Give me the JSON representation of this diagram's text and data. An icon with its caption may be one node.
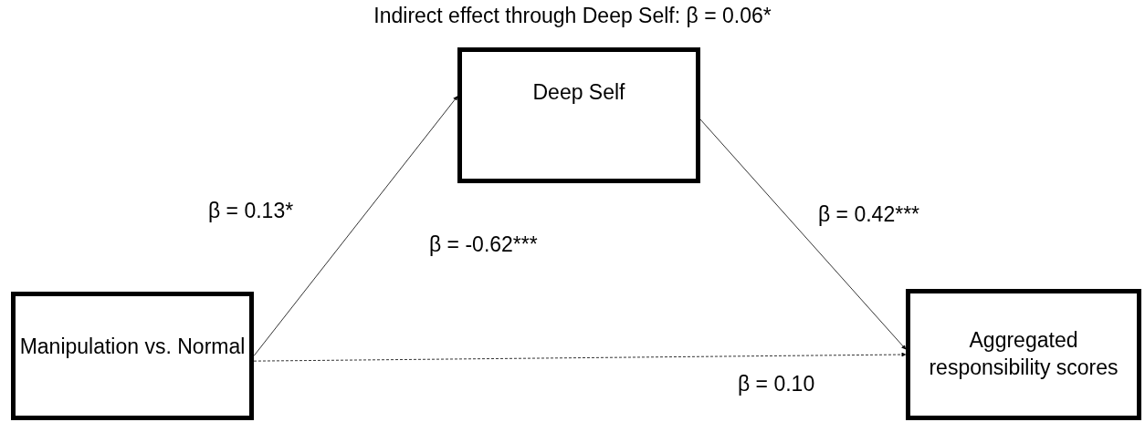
{
  "diagram": {
    "title": "Indirect effect through Deep Self: β = 0.06*",
    "nodes": [
      {
        "text": [
          "Manipulation vs. Normal"
        ]
      },
      {
        "text": [
          "Deep Self"
        ]
      },
      {
        "text": [
          "Aggregated responsibility scores"
        ]
      }
    ],
    "edges": [
      {
        "from": 0,
        "to": 1,
        "arrow": "to",
        "label": "β = 0.13*"
      },
      {
        "from": 1,
        "to": 2,
        "arrow": "to",
        "label": "β = 0.42***"
      },
      {
        "from": 0,
        "to": 2,
        "arrow": "to",
        "style": "dashed",
        "label": "β = 0.10"
      }
    ],
    "labels": [
      "β = -0.62***"
    ]
  }
}
